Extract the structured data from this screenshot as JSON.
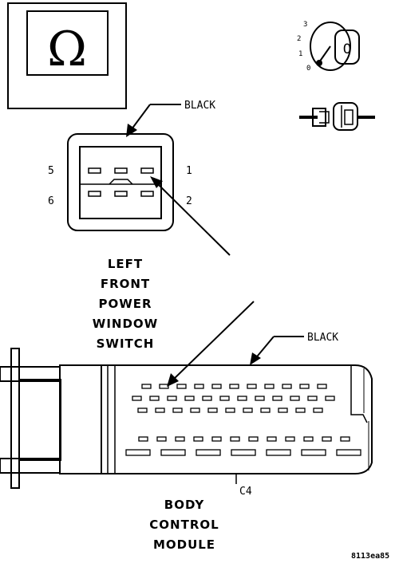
{
  "symbol": {
    "glyph": "Ω",
    "icon": "ground-symbol-icon"
  },
  "ignition": {
    "icon": "ignition-key-icon",
    "positions": [
      "3",
      "2",
      "1",
      "0"
    ],
    "key_label": "0"
  },
  "fuse_icon": "inline-connector-icon",
  "switch_connector": {
    "color_label": "BLACK",
    "pins": {
      "p5": "5",
      "p1": "1",
      "p6": "6",
      "p2": "2"
    },
    "title_lines": [
      "LEFT",
      "FRONT",
      "POWER",
      "WINDOW",
      "SWITCH"
    ]
  },
  "bcm_connector": {
    "color_label": "BLACK",
    "connector_id": "C4",
    "title_lines": [
      "BODY",
      "CONTROL",
      "MODULE"
    ]
  },
  "figure_ref": "8113ea85"
}
